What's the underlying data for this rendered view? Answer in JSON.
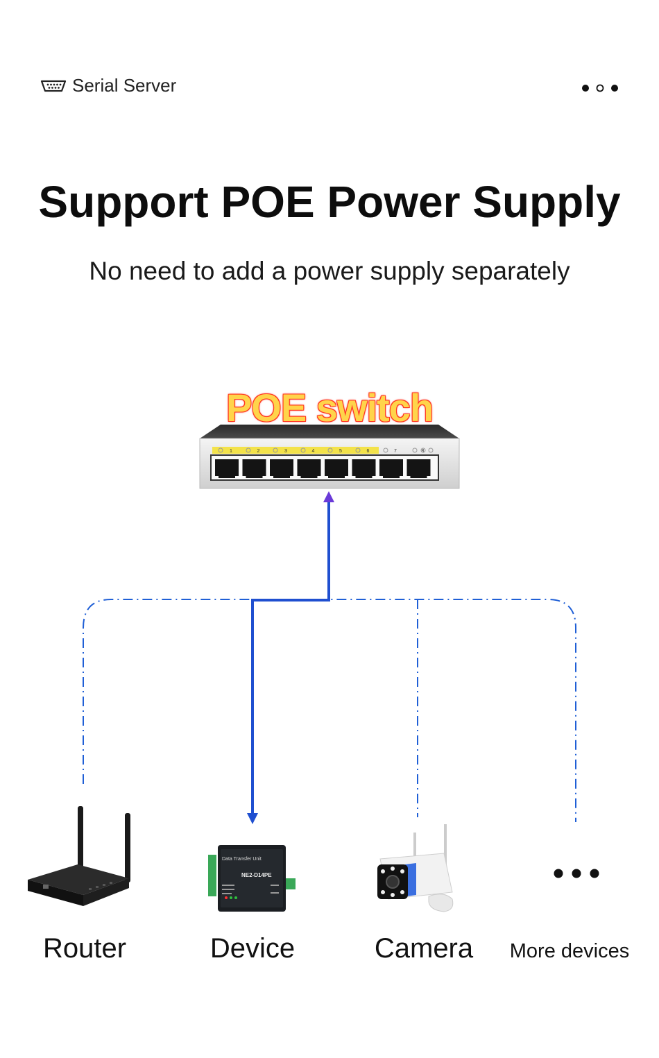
{
  "header": {
    "title": "Serial Server",
    "icon": "serial-port-icon"
  },
  "main": {
    "title": "Support POE Power Supply",
    "subtitle": "No need to add a power supply separately"
  },
  "diagram": {
    "hub_label": "POE switch",
    "port_numbers": [
      "1",
      "2",
      "3",
      "4",
      "5",
      "6",
      "7",
      "8"
    ],
    "devices": [
      {
        "label": "Router",
        "icon": "router-icon"
      },
      {
        "label": "Device",
        "icon": "data-transfer-unit-icon"
      },
      {
        "label": "Camera",
        "icon": "camera-icon"
      },
      {
        "label": "More devices",
        "icon": "more-dots-icon"
      }
    ],
    "dtu_text": {
      "heading": "Data Transfer Unit",
      "model": "NE2-D14PE"
    },
    "colors": {
      "dashed_line": "#1f5fd6",
      "solid_line": "#1f4fd0",
      "arrow_up": "#6a3ad8",
      "hub_label_fill": "#ffd44a",
      "hub_label_outline": "#ff3b1f"
    }
  }
}
